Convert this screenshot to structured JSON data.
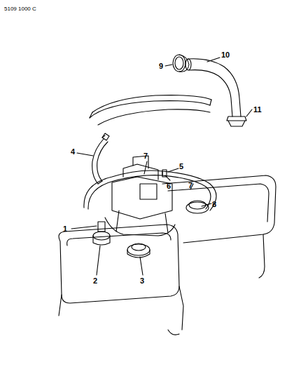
{
  "diagram": {
    "labels": [
      "5109 1000 C",
      "9",
      "10",
      "11",
      "4",
      "7",
      "5",
      "6",
      "7",
      "8",
      "1",
      "2",
      "3"
    ]
  }
}
